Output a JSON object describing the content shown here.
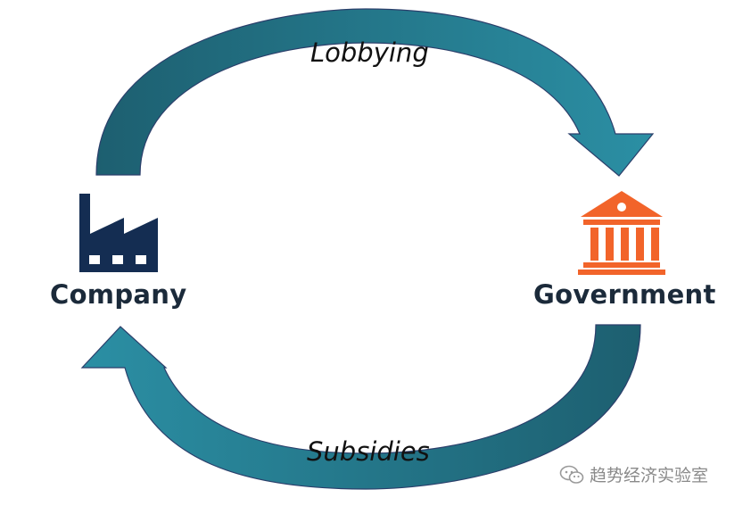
{
  "nodes": {
    "company": {
      "label": "Company",
      "icon": "factory-icon",
      "color": "#142d52"
    },
    "government": {
      "label": "Government",
      "icon": "government-building-icon",
      "color": "#f2642a"
    }
  },
  "edges": {
    "top": {
      "label": "Lobbying",
      "from": "company",
      "to": "government"
    },
    "bottom": {
      "label": "Subsidies",
      "from": "government",
      "to": "company"
    }
  },
  "arrow_colors": {
    "dark": "#1d5d6e",
    "light": "#2a8ea3",
    "outline": "#2b3f6b"
  },
  "watermark": {
    "text": "趋势经济实验室",
    "icon": "wechat-icon"
  }
}
